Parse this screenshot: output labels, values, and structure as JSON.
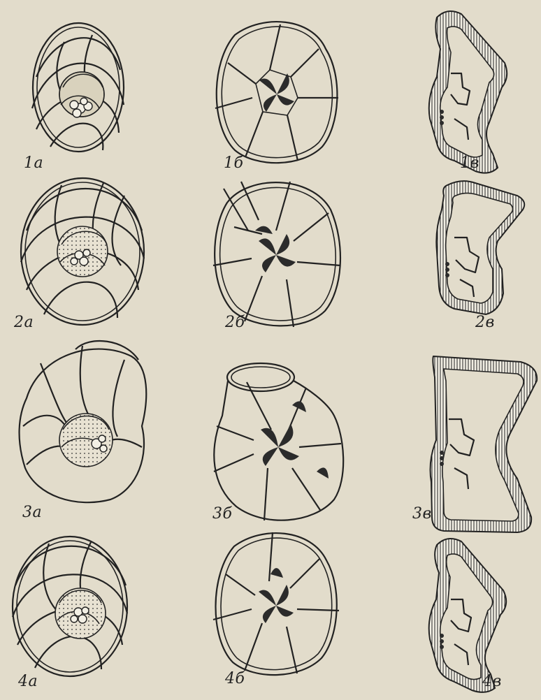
{
  "plate": {
    "labels": {
      "f1a": "1а",
      "f1b": "1б",
      "f1v": "1в",
      "f2a": "2а",
      "f2b": "2б",
      "f2v": "2в",
      "f3a": "3а",
      "f3b": "3б",
      "f3v": "3в",
      "f4a": "4а",
      "f4b": "4б",
      "f4v": "4в"
    },
    "paper_color": "#e2dccb",
    "ink_color": "#222222"
  }
}
